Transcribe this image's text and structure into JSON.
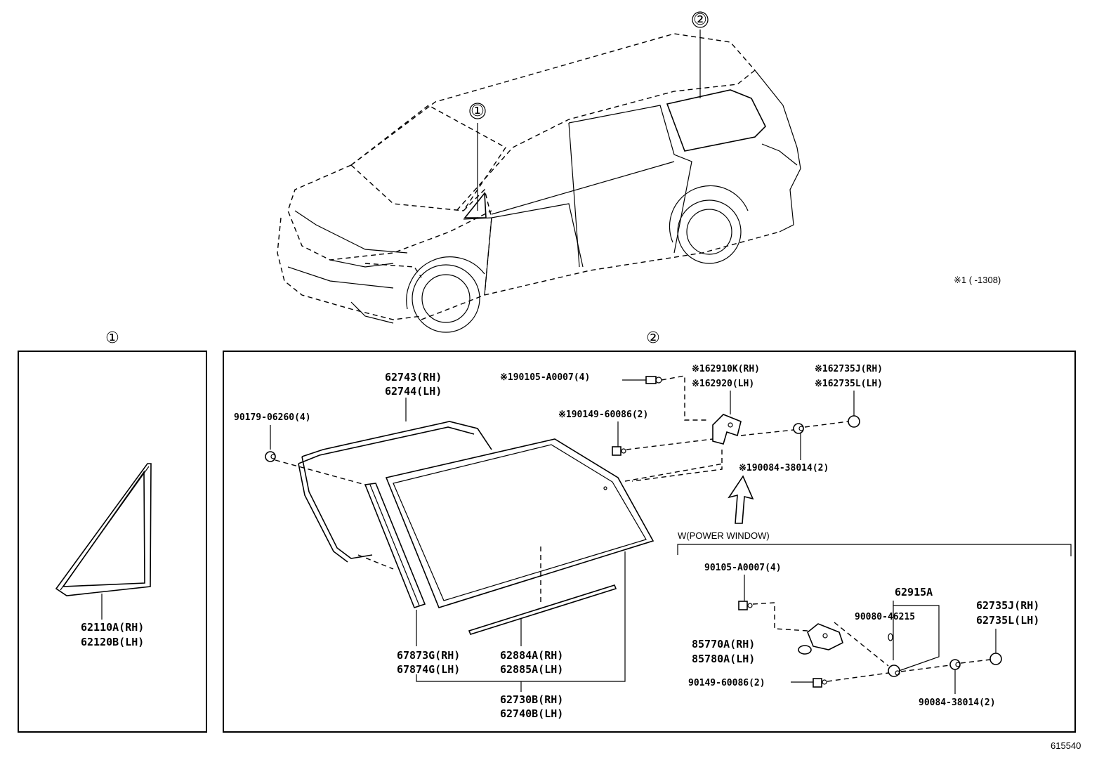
{
  "refs": {
    "ref1": "①",
    "ref2": "②"
  },
  "note": "※1 (    -1308)",
  "figure_number": "615540",
  "panel1": {
    "part_rh": "62110A(RH)",
    "part_lh": "62120B(LH)"
  },
  "panel2": {
    "weatherstrip_rh": "62743(RH)",
    "weatherstrip_lh": "62744(LH)",
    "nut": "90179-06260(4)",
    "screw_top": "※190105-A0007(4)",
    "hinge_rh": "※162910K(RH)",
    "hinge_lh": "※162920(LH)",
    "cap_rh": "※162735J(RH)",
    "cap_lh": "※162735L(LH)",
    "bolt": "※190149-60086(2)",
    "spacer": "※190084-38014(2)",
    "seal_rh": "67873G(RH)",
    "seal_lh": "67874G(LH)",
    "moulding_rh": "62884A(RH)",
    "moulding_lh": "62885A(LH)",
    "glass_rh": "62730B(RH)",
    "glass_lh": "62740B(LH)",
    "power_window": {
      "title": "W(POWER WINDOW)",
      "screw": "90105-A0007(4)",
      "latch": "62915A",
      "grommet": "90080-46215",
      "motor_rh": "85770A(RH)",
      "motor_lh": "85780A(LH)",
      "bolt": "90149-60086(2)",
      "cap_rh": "62735J(RH)",
      "cap_lh": "62735L(LH)",
      "spacer": "90084-38014(2)"
    }
  }
}
